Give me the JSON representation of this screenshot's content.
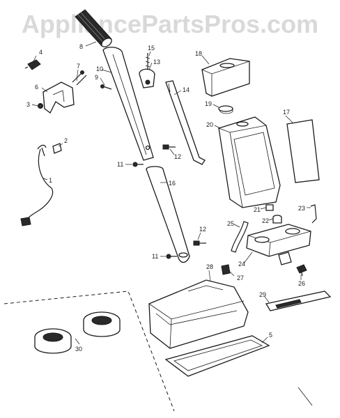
{
  "watermark": "AppliancePartsPros.com",
  "callouts": [
    {
      "id": "c1",
      "text": "1"
    },
    {
      "id": "c2",
      "text": "2"
    },
    {
      "id": "c3",
      "text": "3"
    },
    {
      "id": "c4",
      "text": "4"
    },
    {
      "id": "c5",
      "text": "5"
    },
    {
      "id": "c6",
      "text": "6"
    },
    {
      "id": "c7",
      "text": "7"
    },
    {
      "id": "c8",
      "text": "8"
    },
    {
      "id": "c9",
      "text": "9"
    },
    {
      "id": "c10",
      "text": "10"
    },
    {
      "id": "c11a",
      "text": "11"
    },
    {
      "id": "c11b",
      "text": "11"
    },
    {
      "id": "c12a",
      "text": "12"
    },
    {
      "id": "c12b",
      "text": "12"
    },
    {
      "id": "c13",
      "text": "13"
    },
    {
      "id": "c14",
      "text": "14"
    },
    {
      "id": "c15",
      "text": "15"
    },
    {
      "id": "c16",
      "text": "16"
    },
    {
      "id": "c17",
      "text": "17"
    },
    {
      "id": "c18",
      "text": "18"
    },
    {
      "id": "c19",
      "text": "19"
    },
    {
      "id": "c20",
      "text": "20"
    },
    {
      "id": "c21",
      "text": "21"
    },
    {
      "id": "c22",
      "text": "22"
    },
    {
      "id": "c23",
      "text": "23"
    },
    {
      "id": "c24",
      "text": "24"
    },
    {
      "id": "c25",
      "text": "25"
    },
    {
      "id": "c26",
      "text": "26"
    },
    {
      "id": "c27",
      "text": "27"
    },
    {
      "id": "c28",
      "text": "28"
    },
    {
      "id": "c29",
      "text": "29"
    },
    {
      "id": "c30",
      "text": "30"
    }
  ]
}
